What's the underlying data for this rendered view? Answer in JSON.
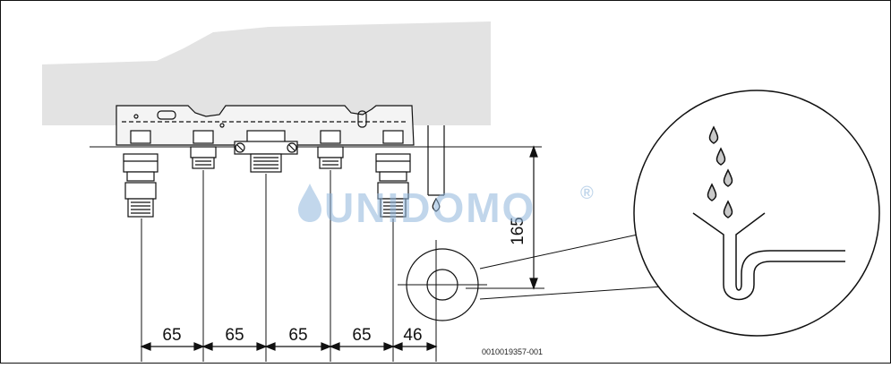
{
  "dimensions": {
    "spacings": [
      "65",
      "65",
      "65",
      "65",
      "46"
    ],
    "height": "165"
  },
  "drawing_code": "0010019357-001",
  "watermark": {
    "text": "UNIDOMO",
    "mark": "®"
  },
  "icons": {
    "watermark_logo": "water-drop-icon",
    "drain_detail": "water-drops-funnel-siphon-icon"
  },
  "colors": {
    "boiler_fill": "#e3e3e3",
    "line": "#111111",
    "watermark": "#8fb6dc"
  }
}
